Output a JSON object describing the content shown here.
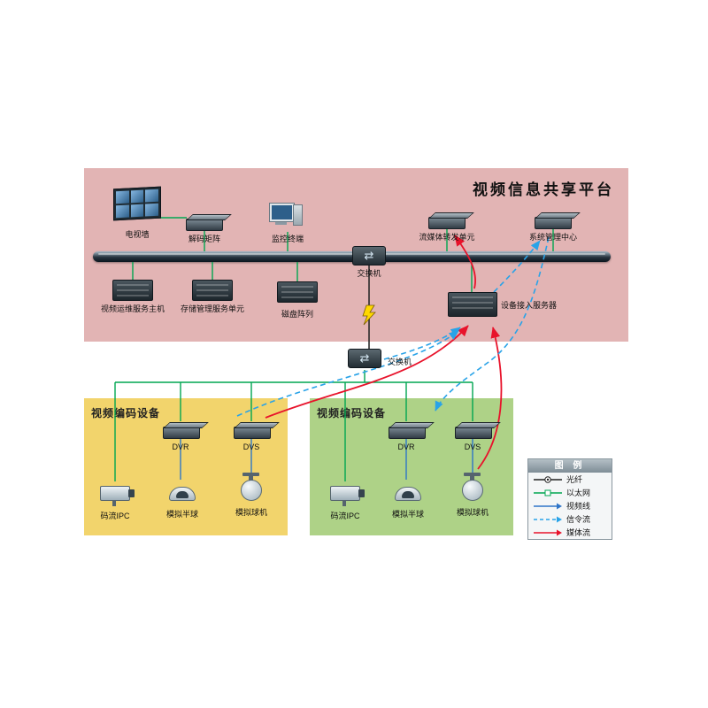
{
  "platform": {
    "title": "视频信息共享平台",
    "devices": {
      "tv_wall": "电视墙",
      "decoder": "解码矩阵",
      "monitor_terminal": "监控终端",
      "stream_unit": "流媒体转发单元",
      "sys_center": "系统管理中心",
      "switch_top": "交换机",
      "om_host": "视频运维服务主机",
      "storage_unit": "存储管理服务单元",
      "disk_array": "磁盘阵列",
      "access_server": "设备接入服务器"
    }
  },
  "network": {
    "switch_bottom": "交换机"
  },
  "zones": {
    "left_title": "视频编码设备",
    "right_title": "视频编码设备"
  },
  "encoders": {
    "dvr": "DVR",
    "dvs": "DVS",
    "ipc": "码流IPC",
    "dome": "模拟半球",
    "ball": "模拟球机"
  },
  "legend": {
    "title": "图 例",
    "items": [
      {
        "label": "光纤",
        "type": "fiber"
      },
      {
        "label": "以太网",
        "type": "ethernet"
      },
      {
        "label": "视频线",
        "type": "video"
      },
      {
        "label": "信令流",
        "type": "signal"
      },
      {
        "label": "媒体流",
        "type": "media"
      }
    ]
  },
  "icons": {
    "switch_arrows": "⇄"
  },
  "colors": {
    "platform_bg": "#e2b4b4",
    "zone_left_bg": "#f2d46c",
    "zone_right_bg": "#aed287",
    "ethernet_line": "#00a651",
    "video_line": "#2e75c8",
    "signal_line": "#29a3e8",
    "media_line": "#e8132b",
    "fiber_line": "#222222"
  }
}
